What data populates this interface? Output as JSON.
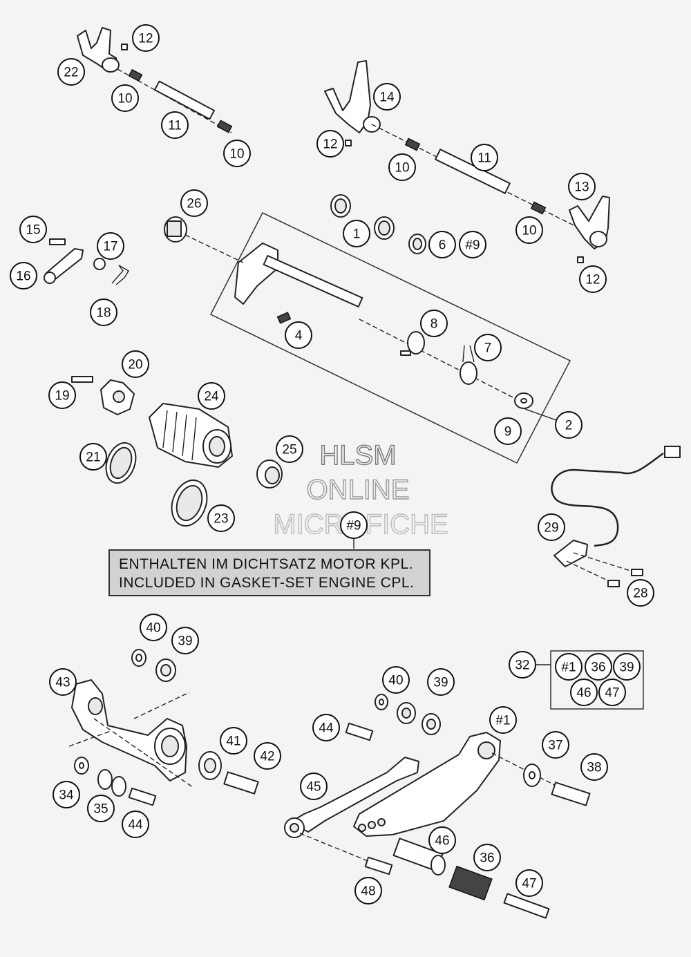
{
  "note": {
    "line1": "ENTHALTEN IM DICHTSATZ MOTOR KPL.",
    "line2": "INCLUDED IN GASKET-SET ENGINE CPL."
  },
  "watermark": {
    "line1": "HLSM",
    "line2": "ONLINE",
    "line3": "MICROFICHE"
  },
  "callouts": {
    "c1": "1",
    "c2": "2",
    "c4": "4",
    "c6": "6",
    "c7": "7",
    "c8": "8",
    "c9": "9",
    "c10": "10",
    "c11": "11",
    "c12": "12",
    "c13": "13",
    "c14": "14",
    "c15": "15",
    "c16": "16",
    "c17": "17",
    "c18": "18",
    "c19": "19",
    "c20": "20",
    "c21": "21",
    "c22": "22",
    "c23": "23",
    "c24": "24",
    "c25": "25",
    "c26": "26",
    "c28": "28",
    "c29": "29",
    "c32": "32",
    "c34": "34",
    "c35": "35",
    "c36": "36",
    "c37": "37",
    "c38": "38",
    "c39": "39",
    "c40": "40",
    "c41": "41",
    "c42": "42",
    "c43": "43",
    "c44": "44",
    "c45": "45",
    "c46": "46",
    "c47": "47",
    "c48": "48",
    "ref1": "#1",
    "ref9": "#9"
  }
}
